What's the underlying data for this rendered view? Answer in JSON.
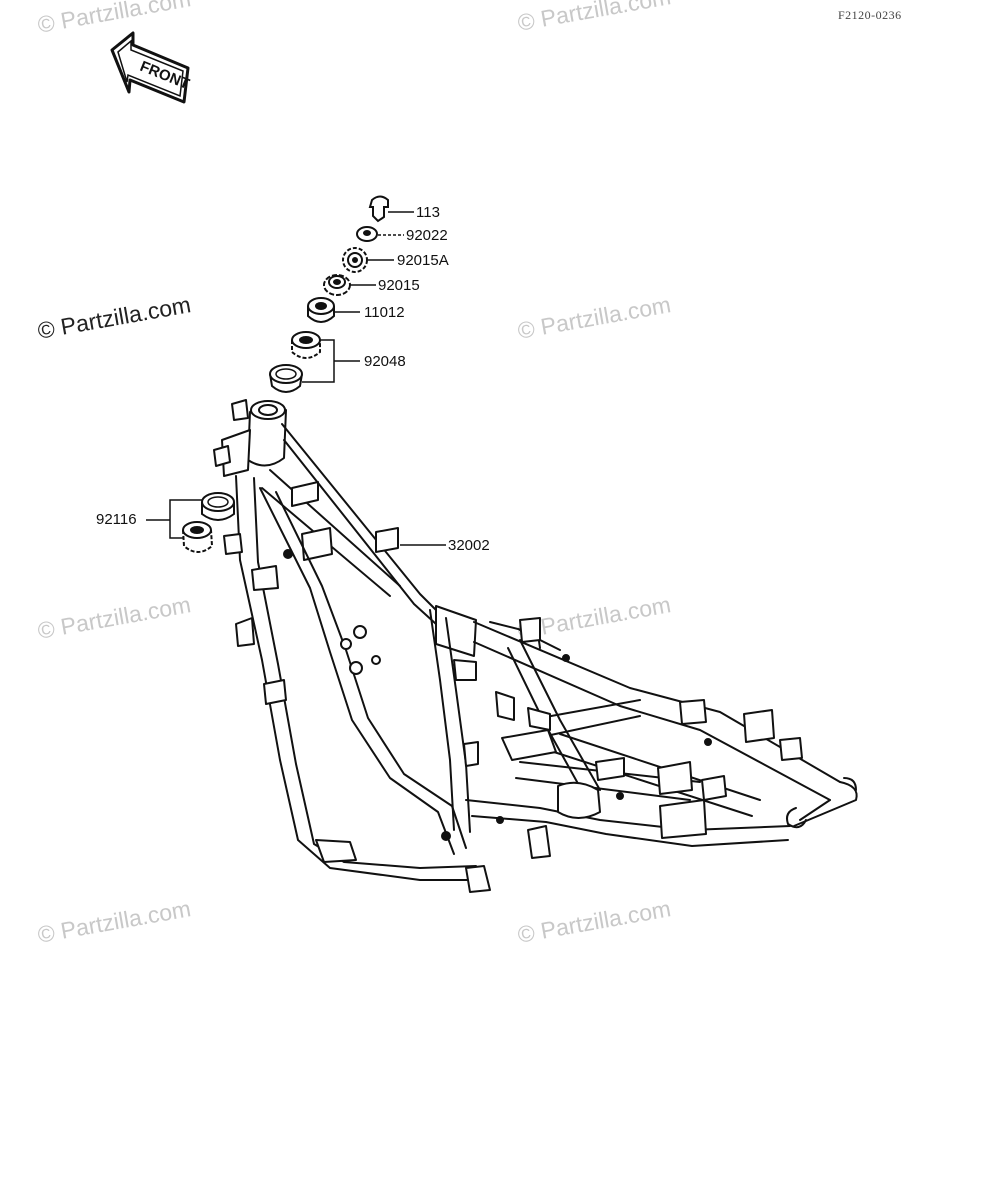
{
  "diagram": {
    "ref_code": "F2120-0236",
    "front_label": "FRONT",
    "watermark_text": "© Partzilla.com",
    "parts": [
      {
        "id": "113"
      },
      {
        "id": "92022"
      },
      {
        "id": "92015A"
      },
      {
        "id": "92015"
      },
      {
        "id": "11012"
      },
      {
        "id": "92048"
      },
      {
        "id": "92116"
      },
      {
        "id": "32002"
      }
    ]
  },
  "colors": {
    "ink": "#111111",
    "watermark": "#c8c8c8"
  }
}
